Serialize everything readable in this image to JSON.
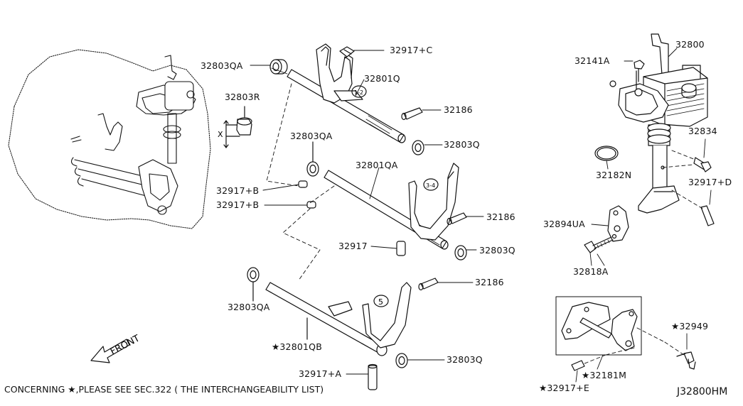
{
  "labels": [
    {
      "id": "p32803QA_top",
      "text": "32803QA"
    },
    {
      "id": "p32803R",
      "text": "32803R"
    },
    {
      "id": "p32917C",
      "text": "32917+C"
    },
    {
      "id": "p32801Q",
      "text": "32801Q"
    },
    {
      "id": "p32186_1",
      "text": "32186"
    },
    {
      "id": "p32803QA_mid",
      "text": "32803QA"
    },
    {
      "id": "p32803Q_1",
      "text": "32803Q"
    },
    {
      "id": "p32801QA",
      "text": "32801QA"
    },
    {
      "id": "p32917B_1",
      "text": "32917+B"
    },
    {
      "id": "p32917B_2",
      "text": "32917+B"
    },
    {
      "id": "p32186_2",
      "text": "32186"
    },
    {
      "id": "p32917",
      "text": "32917"
    },
    {
      "id": "p32803Q_2",
      "text": "32803Q"
    },
    {
      "id": "p32186_3",
      "text": "32186"
    },
    {
      "id": "p32803QA_low",
      "text": "32803QA"
    },
    {
      "id": "p32801QB",
      "text": "★32801QB"
    },
    {
      "id": "p32803Q_3",
      "text": "32803Q"
    },
    {
      "id": "p32917A",
      "text": "32917+A"
    },
    {
      "id": "p32141A",
      "text": "32141A"
    },
    {
      "id": "p32800",
      "text": "32800"
    },
    {
      "id": "p32834",
      "text": "32834"
    },
    {
      "id": "p32182N",
      "text": "32182N"
    },
    {
      "id": "p32917D",
      "text": "32917+D"
    },
    {
      "id": "p32894UA",
      "text": "32894UA"
    },
    {
      "id": "p32818A",
      "text": "32818A"
    },
    {
      "id": "p32949",
      "text": "★32949"
    },
    {
      "id": "p32181M",
      "text": "★32181M"
    },
    {
      "id": "p32917E",
      "text": "★32917+E"
    }
  ],
  "dimension_mark": "X",
  "fork_marks": [
    "1-2",
    "3-4",
    "5"
  ],
  "front_label": "FRONT",
  "footer_note": "CONCERNING ★,PLEASE SEE SEC.322 ( THE INTERCHANGEABILITY LIST)",
  "diagram_code": "J32800HM"
}
